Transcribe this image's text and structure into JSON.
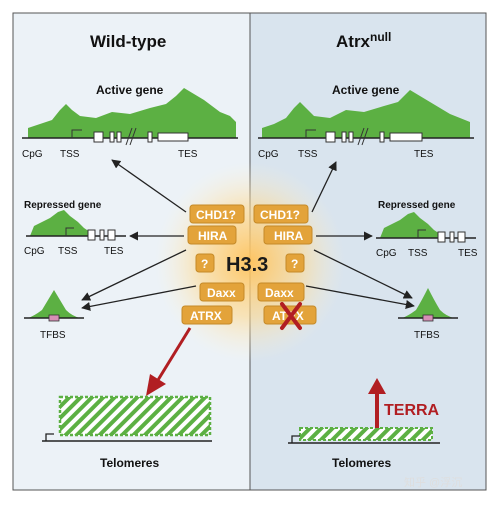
{
  "panels": {
    "left_title": "Wild-type",
    "right_title_base": "Atrx",
    "right_title_sup": "null"
  },
  "labels": {
    "active_gene": "Active gene",
    "repressed_gene": "Repressed gene",
    "cpg": "CpG",
    "tss": "TSS",
    "tes": "TES",
    "tfbs": "TFBS",
    "telomeres": "Telomeres",
    "terra": "TERRA"
  },
  "center": {
    "h33": "H3.3",
    "q": "?",
    "left_boxes": [
      "CHD1?",
      "HIRA",
      "Daxx",
      "ATRX"
    ],
    "right_boxes": [
      "CHD1?",
      "HIRA",
      "Daxx",
      "ATRX"
    ]
  },
  "watermark": "知乎 @浮沉",
  "colors": {
    "left_bg": "#ecf2f7",
    "right_bg": "#d9e4ee",
    "green": "#5cb043",
    "box": "#e3a33a",
    "red": "#b11e22"
  }
}
